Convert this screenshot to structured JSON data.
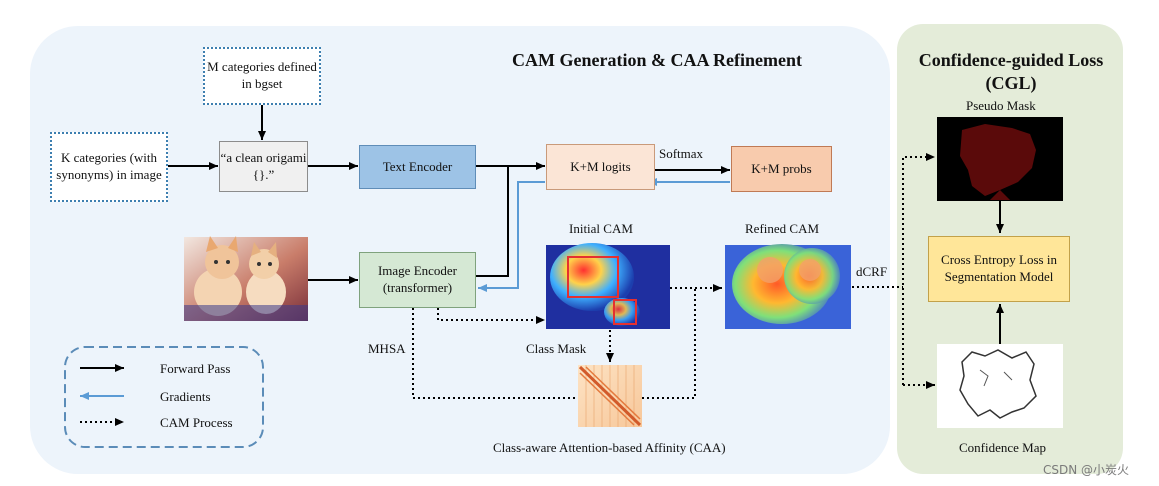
{
  "main_panel": {
    "title": "CAM Generation & CAA Refinement"
  },
  "cgl_panel": {
    "title_line1": "Confidence-guided Loss",
    "title_line2": "(CGL)"
  },
  "boxes": {
    "m_categories": "M categories defined in bgset",
    "k_categories": "K categories (with synonyms) in image",
    "prompt": "“a clean origami {}.”",
    "text_encoder": "Text Encoder",
    "logits": "K+M logits",
    "probs": "K+M probs",
    "image_encoder": "Image Encoder (transformer)",
    "cross_entropy": "Cross Entropy Loss in Segmentation Model"
  },
  "labels": {
    "softmax": "Softmax",
    "initial_cam": "Initial CAM",
    "refined_cam": "Refined CAM",
    "dcrf": "dCRF",
    "class_mask": "Class Mask",
    "mhsa": "MHSA",
    "caa": "Class-aware Attention-based Affinity  (CAA)",
    "pseudo_mask": "Pseudo Mask",
    "confidence_map": "Confidence Map",
    "watermark": "CSDN @小炭火"
  },
  "legend": {
    "items": [
      {
        "label": "Forward Pass",
        "style": "solid",
        "color": "#000000"
      },
      {
        "label": "Gradients",
        "style": "solid",
        "color": "#5b9bd5"
      },
      {
        "label": "CAM Process",
        "style": "dotted",
        "color": "#000000"
      }
    ]
  },
  "colors": {
    "text_encoder_fill": "#9dc3e6",
    "logits_fill": "#fbe5d6",
    "probs_fill": "#f8cbad",
    "image_encoder_fill": "#d5e8d4",
    "cross_entropy_fill": "#ffe699",
    "prompt_fill": "#f0f0f0",
    "gradient_arrow": "#5b9bd5"
  }
}
